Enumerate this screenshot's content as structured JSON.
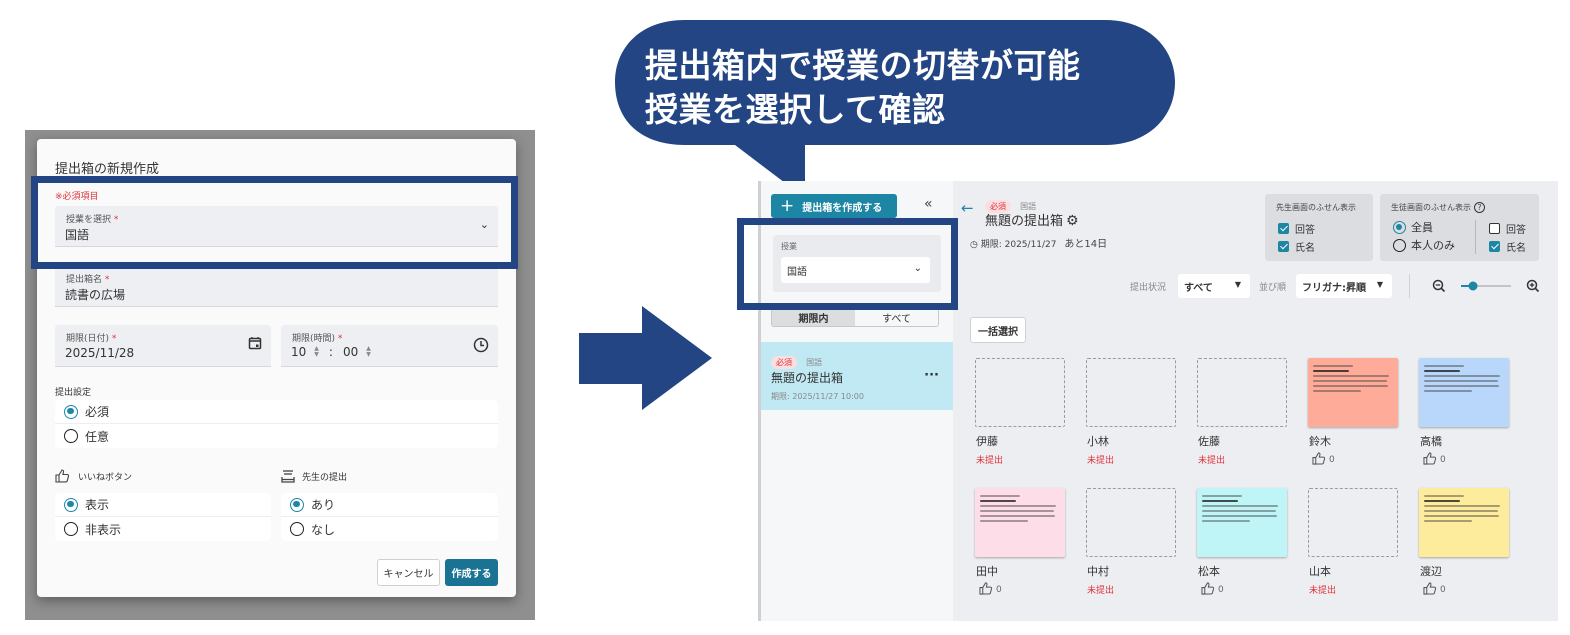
{
  "callout": {
    "line1": "提出箱内で授業の切替が可能",
    "line2": "授業を選択して確認"
  },
  "dialog": {
    "title": "提出箱の新規作成",
    "required_note": "※必須項目",
    "class_field": {
      "label": "授業を選択",
      "value": "国語"
    },
    "name_field": {
      "label": "提出箱名",
      "value": "読書の広場"
    },
    "date_field": {
      "label": "期限(日付)",
      "value": "2025/11/28"
    },
    "time_field": {
      "label": "期限(時間)",
      "hour": "10",
      "separator": ":",
      "minute": "00"
    },
    "submit_setting": {
      "label": "提出設定",
      "options": [
        {
          "label": "必須",
          "selected": true
        },
        {
          "label": "任意",
          "selected": false
        }
      ]
    },
    "like_button": {
      "label": "いいねボタン",
      "options": [
        {
          "label": "表示",
          "selected": true
        },
        {
          "label": "非表示",
          "selected": false
        }
      ]
    },
    "teacher_submit": {
      "label": "先生の提出",
      "options": [
        {
          "label": "あり",
          "selected": true
        },
        {
          "label": "なし",
          "selected": false
        }
      ]
    },
    "cancel_label": "キャンセル",
    "create_label": "作成する",
    "required_star": "*"
  },
  "app": {
    "sidebar": {
      "create_button": "提出箱を作成する",
      "collapse_icon": "«",
      "class_label": "授業",
      "class_value": "国語",
      "segments": [
        {
          "label": "期限内",
          "active": true
        },
        {
          "label": "すべて",
          "active": false
        }
      ],
      "boxes": [
        {
          "tag": "必須",
          "subject": "国語",
          "name": "無題の提出箱",
          "due": "期限: 2025/11/27 10:00",
          "menu": "···"
        }
      ]
    },
    "header": {
      "tag": "必須",
      "subject": "国語",
      "title": "無題の提出箱",
      "due": "期限: 2025/11/27",
      "remaining": "あと14日"
    },
    "teacher_view": {
      "title": "先生画面のふせん表示",
      "checks": [
        {
          "label": "回答",
          "checked": true
        },
        {
          "label": "氏名",
          "checked": true
        }
      ]
    },
    "student_view": {
      "title": "生徒画面のふせん表示",
      "help": "?",
      "radios": [
        {
          "label": "全員",
          "selected": true
        },
        {
          "label": "本人のみ",
          "selected": false
        }
      ],
      "checks": [
        {
          "label": "回答",
          "checked": false
        },
        {
          "label": "氏名",
          "checked": true
        }
      ]
    },
    "filters": {
      "status_label": "提出状況",
      "status_value": "すべて",
      "sort_label": "並び順",
      "sort_value": "フリガナ:昇順"
    },
    "zoom": {
      "slider_percent": 25
    },
    "bulk_select": "一括選択",
    "students": [
      {
        "name": "伊藤",
        "submitted": false,
        "status": "未提出"
      },
      {
        "name": "小林",
        "submitted": false,
        "status": "未提出"
      },
      {
        "name": "佐藤",
        "submitted": false,
        "status": "未提出"
      },
      {
        "name": "鈴木",
        "submitted": true,
        "color": "#ffab99",
        "likes": "0"
      },
      {
        "name": "高橋",
        "submitted": true,
        "color": "#b9d7fb",
        "likes": "0"
      },
      {
        "name": "田中",
        "submitted": true,
        "color": "#fddde8",
        "likes": "0"
      },
      {
        "name": "中村",
        "submitted": false,
        "status": "未提出"
      },
      {
        "name": "松本",
        "submitted": true,
        "color": "#c0f5f8",
        "likes": "0"
      },
      {
        "name": "山本",
        "submitted": false,
        "status": "未提出"
      },
      {
        "name": "渡辺",
        "submitted": true,
        "color": "#fdec9b",
        "likes": "0"
      }
    ]
  },
  "colors": {
    "navy": "#234584",
    "teal": "#1c86a4",
    "required_red": "#e0313b"
  }
}
